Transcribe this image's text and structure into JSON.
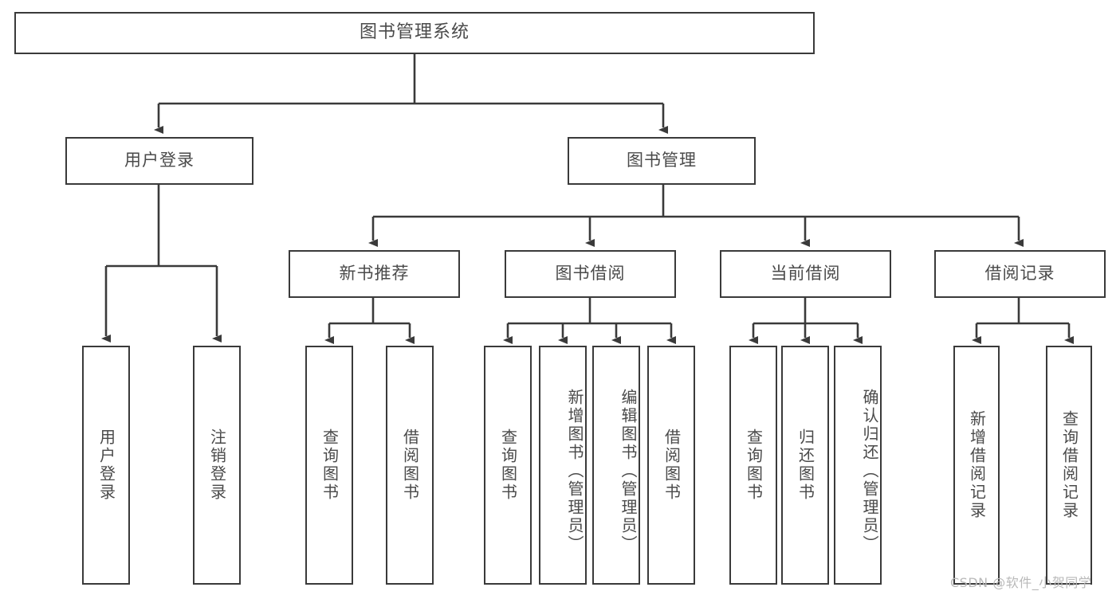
{
  "diagram": {
    "type": "tree-hierarchy",
    "title": "图书管理系统",
    "stroke_color": "#3a3a3a",
    "text_color": "#4a4a4a",
    "background_color": "#ffffff",
    "watermark": "CSDN @软件_小贺同学",
    "watermark_color": "#b9b9b9"
  },
  "nodes": {
    "root": {
      "label": "图书管理系统"
    },
    "level1": [
      {
        "id": "user-login",
        "label": "用户登录"
      },
      {
        "id": "book-manage",
        "label": "图书管理"
      }
    ],
    "level2": [
      {
        "id": "new-book-recommend",
        "label": "新书推荐"
      },
      {
        "id": "book-borrow",
        "label": "图书借阅"
      },
      {
        "id": "current-borrow",
        "label": "当前借阅"
      },
      {
        "id": "borrow-record",
        "label": "借阅记录"
      }
    ],
    "leaves": {
      "user-login": [
        {
          "id": "leaf-user-login",
          "label": "用户登录"
        },
        {
          "id": "leaf-logout",
          "label": "注销登录"
        }
      ],
      "new-book-recommend": [
        {
          "id": "leaf-query-book-1",
          "label": "查询图书"
        },
        {
          "id": "leaf-borrow-book-1",
          "label": "借阅图书"
        }
      ],
      "book-borrow": [
        {
          "id": "leaf-query-book-2",
          "label": "查询图书"
        },
        {
          "id": "leaf-add-book",
          "label": "新增图书（管理员）"
        },
        {
          "id": "leaf-edit-book",
          "label": "编辑图书（管理员）"
        },
        {
          "id": "leaf-borrow-book-2",
          "label": "借阅图书"
        }
      ],
      "current-borrow": [
        {
          "id": "leaf-query-book-3",
          "label": "查询图书"
        },
        {
          "id": "leaf-return-book",
          "label": "归还图书"
        },
        {
          "id": "leaf-confirm-return",
          "label": "确认归还（管理员）"
        }
      ],
      "borrow-record": [
        {
          "id": "leaf-add-record",
          "label": "新增借阅记录"
        },
        {
          "id": "leaf-query-record",
          "label": "查询借阅记录"
        }
      ]
    }
  }
}
